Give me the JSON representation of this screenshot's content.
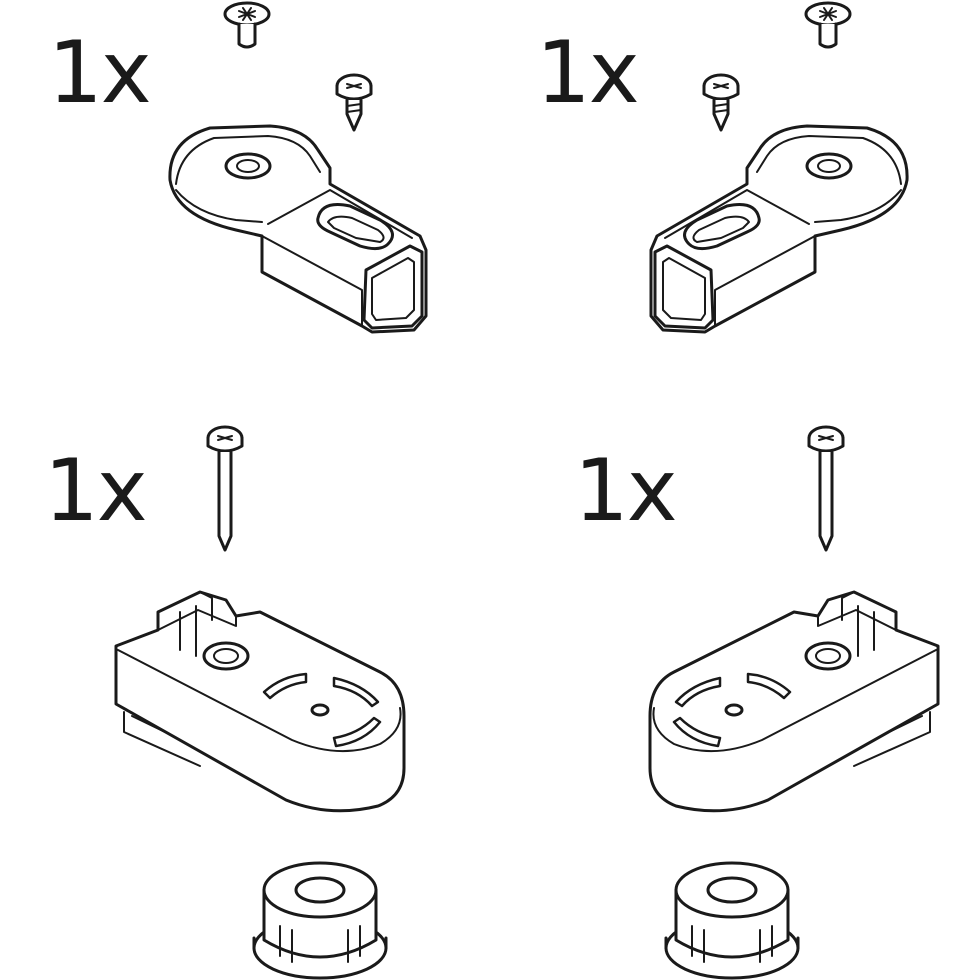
{
  "kit": {
    "items": [
      {
        "quantity": "1x"
      },
      {
        "quantity": "1x"
      },
      {
        "quantity": "1x"
      },
      {
        "quantity": "1x"
      }
    ]
  }
}
